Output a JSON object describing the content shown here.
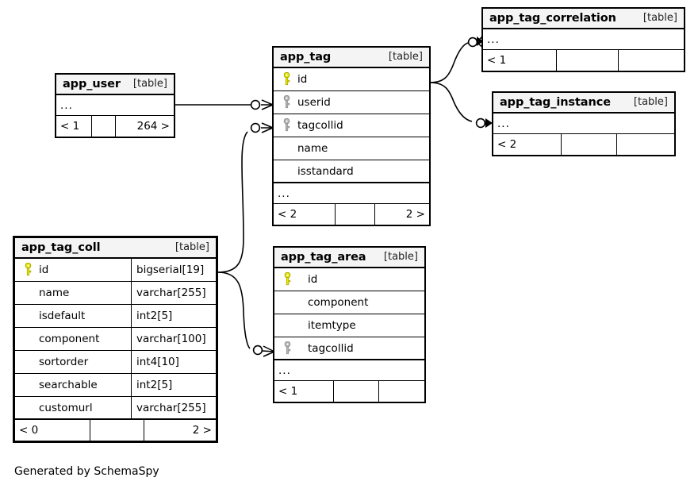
{
  "diagram": {
    "caption": "Generated by SchemaSpy",
    "table_kind_label": "[table]",
    "ellipsis": "...",
    "colors": {
      "primary_key": "#e6e600",
      "foreign_key": "#aaaaaa",
      "header_bg": "#f4f4f4",
      "border": "#000000",
      "background": "#ffffff"
    }
  },
  "tables": {
    "app_user": {
      "name": "app_user",
      "kind": "[table]",
      "columns": [],
      "footer": {
        "left": "< 1",
        "mid": "",
        "right": "264 >"
      }
    },
    "app_tag": {
      "name": "app_tag",
      "kind": "[table]",
      "columns": [
        {
          "name": "id",
          "key": "primary"
        },
        {
          "name": "userid",
          "key": "foreign"
        },
        {
          "name": "tagcollid",
          "key": "foreign"
        },
        {
          "name": "name",
          "key": "none"
        },
        {
          "name": "isstandard",
          "key": "none"
        }
      ],
      "footer": {
        "left": "< 2",
        "mid": "",
        "right": "2 >"
      }
    },
    "app_tag_correlation": {
      "name": "app_tag_correlation",
      "kind": "[table]",
      "columns": [],
      "footer": {
        "left": "< 1",
        "mid": "",
        "right": ""
      }
    },
    "app_tag_instance": {
      "name": "app_tag_instance",
      "kind": "[table]",
      "columns": [],
      "footer": {
        "left": "< 2",
        "mid": "",
        "right": ""
      }
    },
    "app_tag_coll": {
      "name": "app_tag_coll",
      "kind": "[table]",
      "columns": [
        {
          "name": "id",
          "type": "bigserial[19]",
          "key": "primary"
        },
        {
          "name": "name",
          "type": "varchar[255]",
          "key": "none"
        },
        {
          "name": "isdefault",
          "type": "int2[5]",
          "key": "none"
        },
        {
          "name": "component",
          "type": "varchar[100]",
          "key": "none"
        },
        {
          "name": "sortorder",
          "type": "int4[10]",
          "key": "none"
        },
        {
          "name": "searchable",
          "type": "int2[5]",
          "key": "none"
        },
        {
          "name": "customurl",
          "type": "varchar[255]",
          "key": "none"
        }
      ],
      "footer": {
        "left": "< 0",
        "mid": "",
        "right": "2 >"
      }
    },
    "app_tag_area": {
      "name": "app_tag_area",
      "kind": "[table]",
      "columns": [
        {
          "name": "id",
          "key": "primary"
        },
        {
          "name": "component",
          "key": "none"
        },
        {
          "name": "itemtype",
          "key": "none"
        },
        {
          "name": "tagcollid",
          "key": "foreign"
        }
      ],
      "footer": {
        "left": "< 1",
        "mid": "",
        "right": ""
      }
    }
  },
  "relationships": [
    {
      "from": "app_user",
      "to": "app_tag.userid"
    },
    {
      "from": "app_tag_coll",
      "to": "app_tag.tagcollid"
    },
    {
      "from": "app_tag_coll",
      "to": "app_tag_area.tagcollid"
    },
    {
      "from": "app_tag.id",
      "to": "app_tag_correlation"
    },
    {
      "from": "app_tag.id",
      "to": "app_tag_instance"
    }
  ]
}
